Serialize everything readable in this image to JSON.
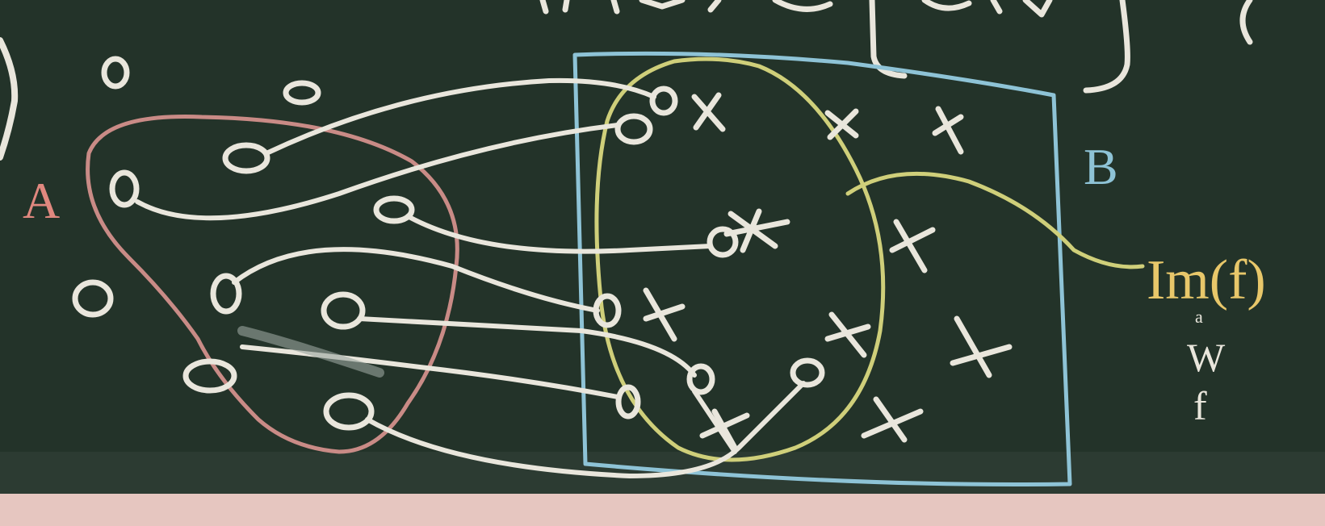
{
  "labels": {
    "set_a": "A",
    "set_b": "B",
    "image": "Im(f)",
    "top_partial": "{",
    "subscript_top": "a",
    "subscript_mid": "W",
    "subscript_bot": "f"
  },
  "colors": {
    "board": "#233329",
    "chalk_white": "#e9e6dc",
    "set_a_outline": "#c98b86",
    "set_b_outline": "#8ec3d6",
    "image_outline": "#cfcf7a",
    "label_a": "#e0887f",
    "label_b": "#8ec3d6",
    "label_im": "#e8c76a"
  },
  "domain_points": [
    "o1",
    "o2",
    "o3",
    "o4",
    "o5",
    "o6",
    "o7",
    "o8",
    "o9",
    "o10",
    "o11",
    "o12"
  ],
  "codomain_points": [
    "x1",
    "x2",
    "x3",
    "x4",
    "x5",
    "x6",
    "x7",
    "x8",
    "x9",
    "x10",
    "x11",
    "x12"
  ],
  "mappings": [
    [
      "o3",
      "x1"
    ],
    [
      "o4",
      "x1"
    ],
    [
      "o5",
      "x4"
    ],
    [
      "o6",
      "x5"
    ],
    [
      "o7",
      "x6"
    ],
    [
      "o8",
      "x7"
    ],
    [
      "o9",
      "x8"
    ],
    [
      "o10",
      "x9"
    ]
  ]
}
